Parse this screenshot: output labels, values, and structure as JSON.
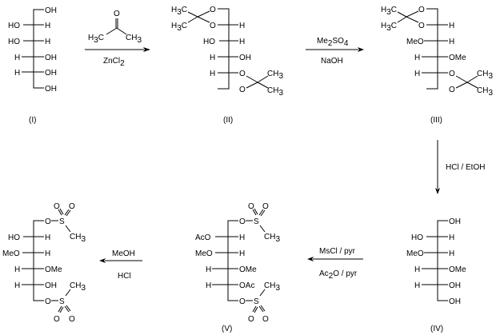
{
  "scheme": {
    "compounds": [
      {
        "id": "I",
        "label": "(I)",
        "top": "OH",
        "rows": [
          [
            "HO",
            "H"
          ],
          [
            "HO",
            "H"
          ],
          [
            "H",
            "OH"
          ],
          [
            "H",
            "OH"
          ]
        ],
        "bottom": "OH"
      },
      {
        "id": "II",
        "label": "(II)",
        "acetonide_top": {
          "left_groups": [
            "H3C",
            "H3C"
          ],
          "oxygens": [
            "O",
            "O"
          ]
        },
        "rows": [
          [
            "O",
            "H"
          ],
          [
            "HO",
            "H"
          ],
          [
            "H",
            "OH"
          ],
          [
            "H",
            "O"
          ]
        ],
        "acetonide_bottom": {
          "oxygens": [
            "O",
            "O"
          ],
          "right_groups": [
            "CH3",
            "CH3"
          ]
        }
      },
      {
        "id": "III",
        "label": "(III)",
        "acetonide_top": {
          "left_groups": [
            "H3C",
            "H3C"
          ],
          "oxygens": [
            "O",
            "O"
          ]
        },
        "rows": [
          [
            "O",
            "H"
          ],
          [
            "MeO",
            "H"
          ],
          [
            "H",
            "OMe"
          ],
          [
            "H",
            "O"
          ]
        ],
        "acetonide_bottom": {
          "oxygens": [
            "O",
            "O"
          ],
          "right_groups": [
            "CH3",
            "CH3"
          ]
        }
      },
      {
        "id": "IV",
        "label": "(IV)",
        "top": "OH",
        "rows": [
          [
            "HO",
            "H"
          ],
          [
            "MeO",
            "H"
          ],
          [
            "H",
            "OMe"
          ],
          [
            "H",
            "OH"
          ]
        ],
        "bottom": "OH"
      },
      {
        "id": "V",
        "label": "(V)",
        "top_mesylate": {
          "o": "O",
          "s": "S",
          "oxo": [
            "O",
            "O"
          ],
          "methyl": "CH3"
        },
        "rows": [
          [
            "AcO",
            "H"
          ],
          [
            "MeO",
            "H"
          ],
          [
            "H",
            "OMe"
          ],
          [
            "H",
            "OAc"
          ]
        ],
        "bottom_mesylate": {
          "o": "O",
          "s": "S",
          "oxo": [
            "O",
            "O"
          ],
          "methyl": "CH3"
        }
      },
      {
        "id": "VI",
        "label": "",
        "top_mesylate": {
          "o": "O",
          "s": "S",
          "oxo": [
            "O",
            "O"
          ],
          "methyl": "CH3"
        },
        "rows": [
          [
            "HO",
            "H"
          ],
          [
            "MeO",
            "H"
          ],
          [
            "H",
            "OMe"
          ],
          [
            "H",
            "OH"
          ]
        ],
        "bottom_mesylate": {
          "o": "O",
          "s": "S",
          "oxo": [
            "O",
            "O"
          ],
          "methyl": "CH3"
        }
      }
    ],
    "reactions": [
      {
        "from": "I",
        "to": "II",
        "direction": "right",
        "above": "acetone (H3C-CO-CH3)",
        "acetone": {
          "o": "O",
          "left": "H3C",
          "right": "CH3"
        },
        "below": "ZnCl2"
      },
      {
        "from": "II",
        "to": "III",
        "direction": "right",
        "above": "Me2SO4",
        "below": "NaOH"
      },
      {
        "from": "III",
        "to": "IV",
        "direction": "down",
        "side": "HCl / EtOH"
      },
      {
        "from": "IV",
        "to": "V",
        "direction": "left",
        "above": "MsCl / pyr",
        "below": "Ac2O / pyr"
      },
      {
        "from": "V",
        "to": "VI",
        "direction": "left",
        "above": "MeOH",
        "below": "HCl"
      }
    ],
    "text": {
      "zncl": "ZnCl",
      "zncl_sub": "2",
      "me2so4_a": "Me",
      "me2so4_sub1": "2",
      "me2so4_b": "SO",
      "me2so4_sub2": "4",
      "naoh": "NaOH",
      "hcl_etoh": "HCl / EtOH",
      "mscl": "MsCl / pyr",
      "ac2o_a": "Ac",
      "ac2o_sub": "2",
      "ac2o_b": "O / pyr",
      "meoh": "MeOH",
      "hcl": "HCl",
      "h": "H",
      "c": "C",
      "ch": "CH",
      "three": "3",
      "o": "O",
      "s": "S"
    }
  }
}
